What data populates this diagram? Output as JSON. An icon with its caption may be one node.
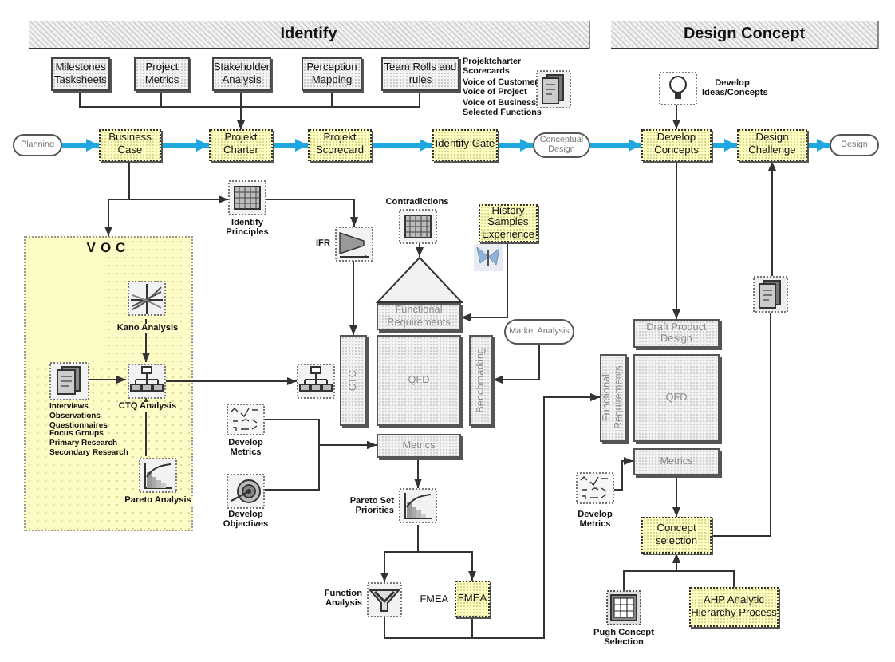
{
  "diagram": {
    "nodes": [
      {
        "text": [
          "Identify"
        ]
      },
      {
        "text": [
          "Design Concept"
        ]
      },
      {
        "text": [
          "Milestones Tasksheets"
        ]
      },
      {
        "text": [
          "Project Metrics"
        ]
      },
      {
        "text": [
          "Stakeholder Analysis"
        ]
      },
      {
        "text": [
          "Perception Mapping"
        ]
      },
      {
        "text": [
          "Team Rolls and rules"
        ]
      },
      {
        "text": [
          "Planning"
        ]
      },
      {
        "text": [
          "Business Case"
        ]
      },
      {
        "text": [
          "Projekt Charter"
        ]
      },
      {
        "text": [
          "Projekt Scorecard"
        ]
      },
      {
        "text": [
          "Identify Gate"
        ]
      },
      {
        "text": [
          "Conceptual Design"
        ]
      },
      {
        "text": [
          "Develop Concepts"
        ]
      },
      {
        "text": [
          "Design Challenge"
        ]
      },
      {
        "text": [
          "Design"
        ]
      },
      {
        "text": [
          "Develop Ideas/Concepts"
        ]
      },
      {
        "text": [
          "Identify Principles"
        ]
      },
      {
        "text": [
          "IFR"
        ]
      },
      {
        "text": [
          "VOC"
        ]
      },
      {
        "text": [
          "Kano Analysis"
        ],
        "in": 19
      },
      {
        "text": [
          "CTQ Analysis"
        ],
        "in": 19
      },
      {
        "text": [
          "Interviews",
          "Observations",
          "Questionnaires",
          "Focus Groups",
          "Primary Research",
          "Secondary Research"
        ],
        "in": 19
      },
      {
        "text": [
          "Pareto Analysis"
        ],
        "in": 19
      },
      {
        "text": [],
        "shape": "picture"
      },
      {
        "text": [
          "Contradictions"
        ]
      },
      {
        "text": [
          "History Samples Experience"
        ]
      },
      {
        "text": [],
        "shape": "triangle"
      },
      {
        "text": [
          "Functional Requirements"
        ]
      },
      {
        "text": [
          "CTC"
        ]
      },
      {
        "text": [
          "QFD"
        ]
      },
      {
        "text": [
          "Benchmarking"
        ]
      },
      {
        "text": [
          "Market Analysis"
        ]
      },
      {
        "text": [
          "Develop Metrics"
        ]
      },
      {
        "text": [
          "Metrics"
        ]
      },
      {
        "text": [
          "Develop Objectives"
        ]
      },
      {
        "text": [
          "Pareto Set Priorities"
        ]
      },
      {
        "text": [
          "Function Analysis"
        ]
      },
      {
        "text": [
          "FMEA"
        ],
        "beside": [
          "FMEA"
        ]
      },
      {
        "text": [
          "Draft Product Design"
        ]
      },
      {
        "text": [
          "Functional Requirements"
        ]
      },
      {
        "text": [
          "QFD"
        ]
      },
      {
        "text": [
          "Metrics"
        ]
      },
      {
        "text": [
          "Develop Metrics"
        ]
      },
      {
        "text": [
          "Concept selection"
        ]
      },
      {
        "text": [],
        "shape": "picture"
      },
      {
        "text": [
          "Pugh Concept Selection"
        ]
      },
      {
        "text": [
          "AHP Analytic Hierarchy Process"
        ]
      }
    ],
    "edges": [
      {
        "from": 7,
        "to": 8,
        "arrow": "to",
        "style": "thick",
        "color": "#1ea7e1"
      },
      {
        "from": 8,
        "to": 9,
        "arrow": "to",
        "style": "thick",
        "color": "#1ea7e1"
      },
      {
        "from": 9,
        "to": 10,
        "arrow": "to",
        "style": "thick",
        "color": "#1ea7e1"
      },
      {
        "from": 10,
        "to": 11,
        "arrow": "to",
        "style": "thick",
        "color": "#1ea7e1"
      },
      {
        "from": 11,
        "to": 12,
        "arrow": "to",
        "style": "thick",
        "color": "#1ea7e1"
      },
      {
        "from": 12,
        "to": 13,
        "arrow": "to",
        "style": "thick",
        "color": "#1ea7e1"
      },
      {
        "from": 13,
        "to": 14,
        "arrow": "to",
        "style": "thick",
        "color": "#1ea7e1"
      },
      {
        "from": 14,
        "to": 15,
        "arrow": "to",
        "style": "thick",
        "color": "#1ea7e1"
      },
      {
        "from": 2,
        "to": 9,
        "arrow": "to"
      },
      {
        "from": 3,
        "to": 9,
        "arrow": "to"
      },
      {
        "from": 4,
        "to": 9,
        "arrow": "to"
      },
      {
        "from": 5,
        "to": 9,
        "arrow": "to"
      },
      {
        "from": 6,
        "to": 9,
        "arrow": "to"
      },
      {
        "from": 16,
        "to": 13,
        "arrow": "to"
      },
      {
        "from": 8,
        "to": 19,
        "arrow": "to"
      },
      {
        "from": 8,
        "to": 17,
        "arrow": "to"
      },
      {
        "from": 17,
        "to": 18,
        "arrow": "to"
      },
      {
        "from": 18,
        "to": 29,
        "arrow": "to"
      },
      {
        "from": 25,
        "to": 27,
        "arrow": "to"
      },
      {
        "from": 26,
        "to": 28,
        "arrow": "to"
      },
      {
        "from": 32,
        "to": 31,
        "arrow": "to"
      },
      {
        "from": 20,
        "to": 21,
        "arrow": "to"
      },
      {
        "from": 22,
        "to": 21,
        "arrow": "to"
      },
      {
        "from": 23,
        "to": 21,
        "arrow": "to"
      },
      {
        "from": 21,
        "to": 24,
        "arrow": "to"
      },
      {
        "from": 33,
        "to": 34,
        "arrow": "to"
      },
      {
        "from": 35,
        "to": 34,
        "arrow": "to"
      },
      {
        "from": 34,
        "to": 36,
        "arrow": "to"
      },
      {
        "from": 36,
        "to": 37,
        "arrow": "to"
      },
      {
        "from": 36,
        "to": 38,
        "arrow": "to"
      },
      {
        "from": 37,
        "to": 40,
        "arrow": "to"
      },
      {
        "from": 38,
        "to": 40,
        "arrow": "to"
      },
      {
        "from": 13,
        "to": 39,
        "arrow": "to"
      },
      {
        "from": 43,
        "to": 42,
        "arrow": "to"
      },
      {
        "from": 42,
        "to": 44,
        "arrow": "to"
      },
      {
        "from": 44,
        "to": 45,
        "arrow": "none"
      },
      {
        "from": 45,
        "to": 14,
        "arrow": "to"
      },
      {
        "from": 46,
        "to": 44,
        "arrow": "to"
      },
      {
        "from": 47,
        "to": 44,
        "arrow": "to"
      }
    ],
    "labels": [
      "Projektcharter",
      "Scorecards",
      "Voice of Customer",
      "Voice of Project",
      "Voice of Business",
      "Selected Functions"
    ]
  }
}
